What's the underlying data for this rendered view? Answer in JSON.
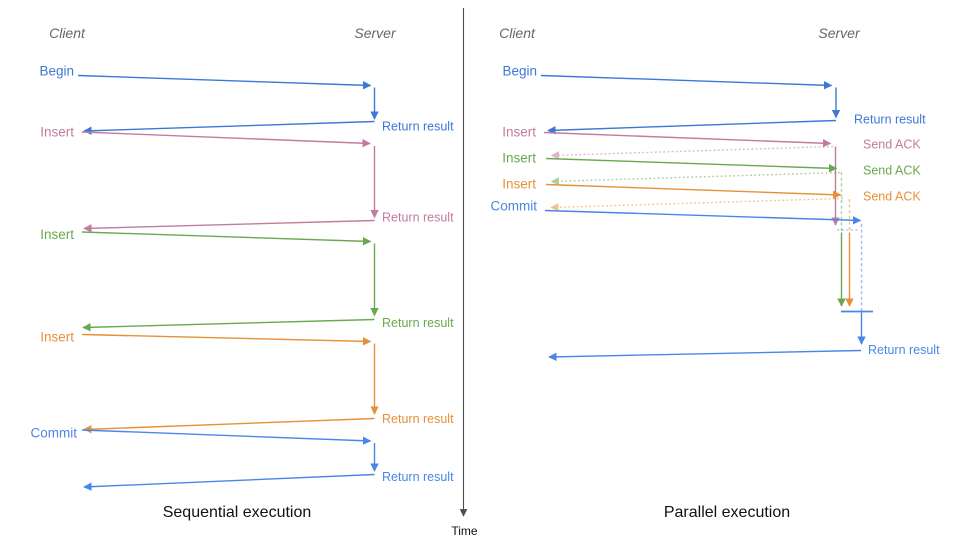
{
  "headers": {
    "client": "Client",
    "server": "Server"
  },
  "time_axis": {
    "label": "Time"
  },
  "panels": {
    "sequential": {
      "caption": "Sequential execution",
      "messages": [
        {
          "request": "Begin",
          "response": "Return result"
        },
        {
          "request": "Insert",
          "response": "Return result"
        },
        {
          "request": "Insert",
          "response": "Return result"
        },
        {
          "request": "Insert",
          "response": "Return result"
        },
        {
          "request": "Commit",
          "response": "Return result"
        }
      ]
    },
    "parallel": {
      "caption": "Parallel execution",
      "messages": [
        {
          "request": "Begin",
          "response": "Return result"
        },
        {
          "request": "Insert",
          "response": "Send ACK"
        },
        {
          "request": "Insert",
          "response": "Send ACK"
        },
        {
          "request": "Insert",
          "response": "Send ACK"
        },
        {
          "request": "Commit",
          "response": "Return result"
        }
      ]
    }
  },
  "colors": {
    "begin_blue": "#3c78d8",
    "insert_pink": "#c27ba0",
    "insert_green": "#6aa84f",
    "insert_orange": "#e69138",
    "commit_blue": "#4a86e8",
    "axis_gray": "#4d4d4d",
    "header_gray": "#666666",
    "caption_black": "#111111"
  }
}
